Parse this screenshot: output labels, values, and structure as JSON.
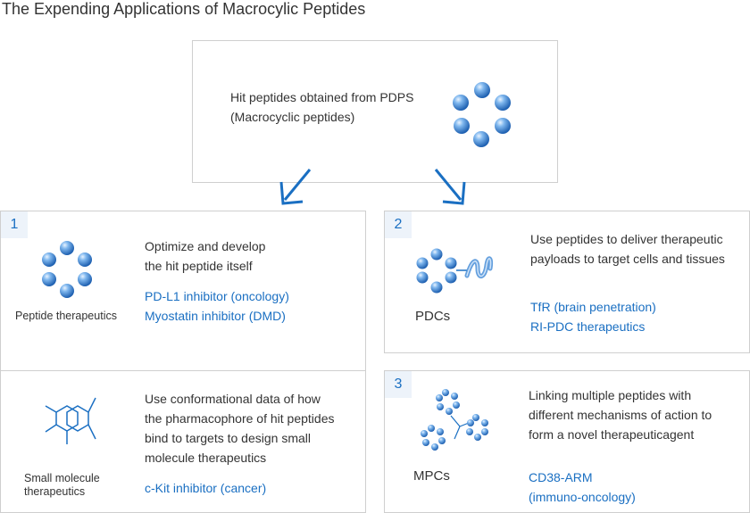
{
  "title": "The Expending Applications of Macrocylic Peptides",
  "top_box": {
    "line1": "Hit peptides obtained from PDPS",
    "line2": "(Macrocyclic peptides)"
  },
  "colors": {
    "accent": "#1a6fc2",
    "badge_bg": "#edf3fa",
    "border": "#cfcfcf"
  },
  "panel1": {
    "number": "1",
    "peptide": {
      "label": "Peptide therapeutics",
      "desc": [
        "Optimize and develop",
        "the hit peptide itself"
      ],
      "examples": [
        "PD-L1 inhibitor (oncology)",
        "Myostatin inhibitor (DMD)"
      ]
    },
    "small_molecule": {
      "label": [
        "Small molecule",
        "therapeutics"
      ],
      "desc": [
        "Use conformational data of how",
        "the pharmacophore of hit peptides",
        "bind to targets to design small",
        "molecule therapeutics"
      ],
      "examples": [
        "c-Kit inhibitor (cancer)"
      ]
    }
  },
  "panel2": {
    "number": "2",
    "label": "PDCs",
    "desc": [
      "Use peptides to deliver therapeutic",
      "payloads to target cells and tissues"
    ],
    "examples": [
      "TfR (brain penetration)",
      "RI-PDC therapeutics"
    ]
  },
  "panel3": {
    "number": "3",
    "label": "MPCs",
    "desc": [
      "Linking multiple peptides with",
      "different mechanisms of action to",
      "form a novel therapeuticagent"
    ],
    "examples": [
      "CD38-ARM",
      "(immuno-oncology)"
    ]
  }
}
